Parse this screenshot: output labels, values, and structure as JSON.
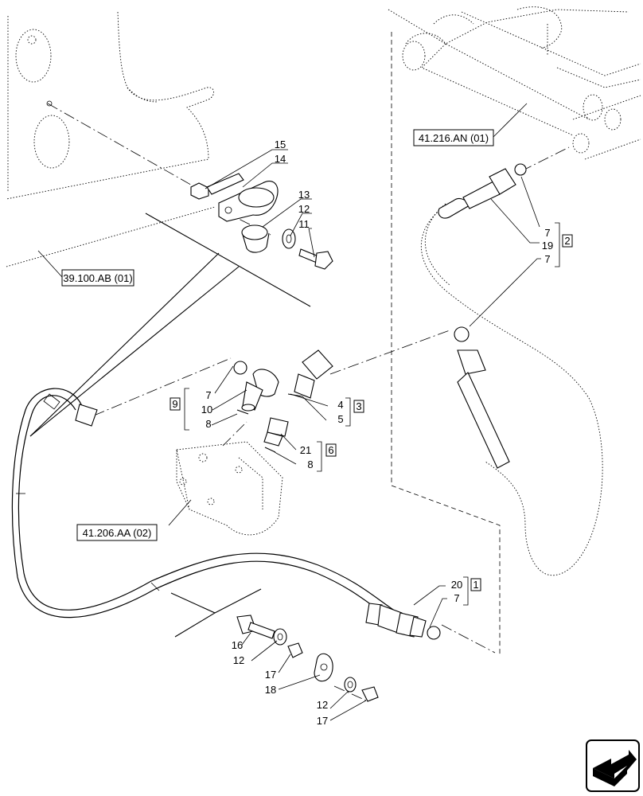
{
  "references": {
    "ref_39100": "39.100.AB (01)",
    "ref_41216": "41.216.AN (01)",
    "ref_41206": "41.206.AA (02)"
  },
  "callouts": {
    "c15": "15",
    "c14": "14",
    "c13": "13",
    "c12a": "12",
    "c11": "11",
    "c7a": "7",
    "c19": "19",
    "c7b": "7",
    "g2": "2",
    "c7c": "7",
    "c10": "10",
    "c8a": "8",
    "g9": "9",
    "c4": "4",
    "c5": "5",
    "g3": "3",
    "c21": "21",
    "c8b": "8",
    "g6": "6",
    "c20": "20",
    "c7d": "7",
    "g1": "1",
    "c16": "16",
    "c12b": "12",
    "c17a": "17",
    "c18": "18",
    "c12c": "12",
    "c17b": "17"
  },
  "icons": {
    "nav": "next-page-arrow-icon"
  }
}
